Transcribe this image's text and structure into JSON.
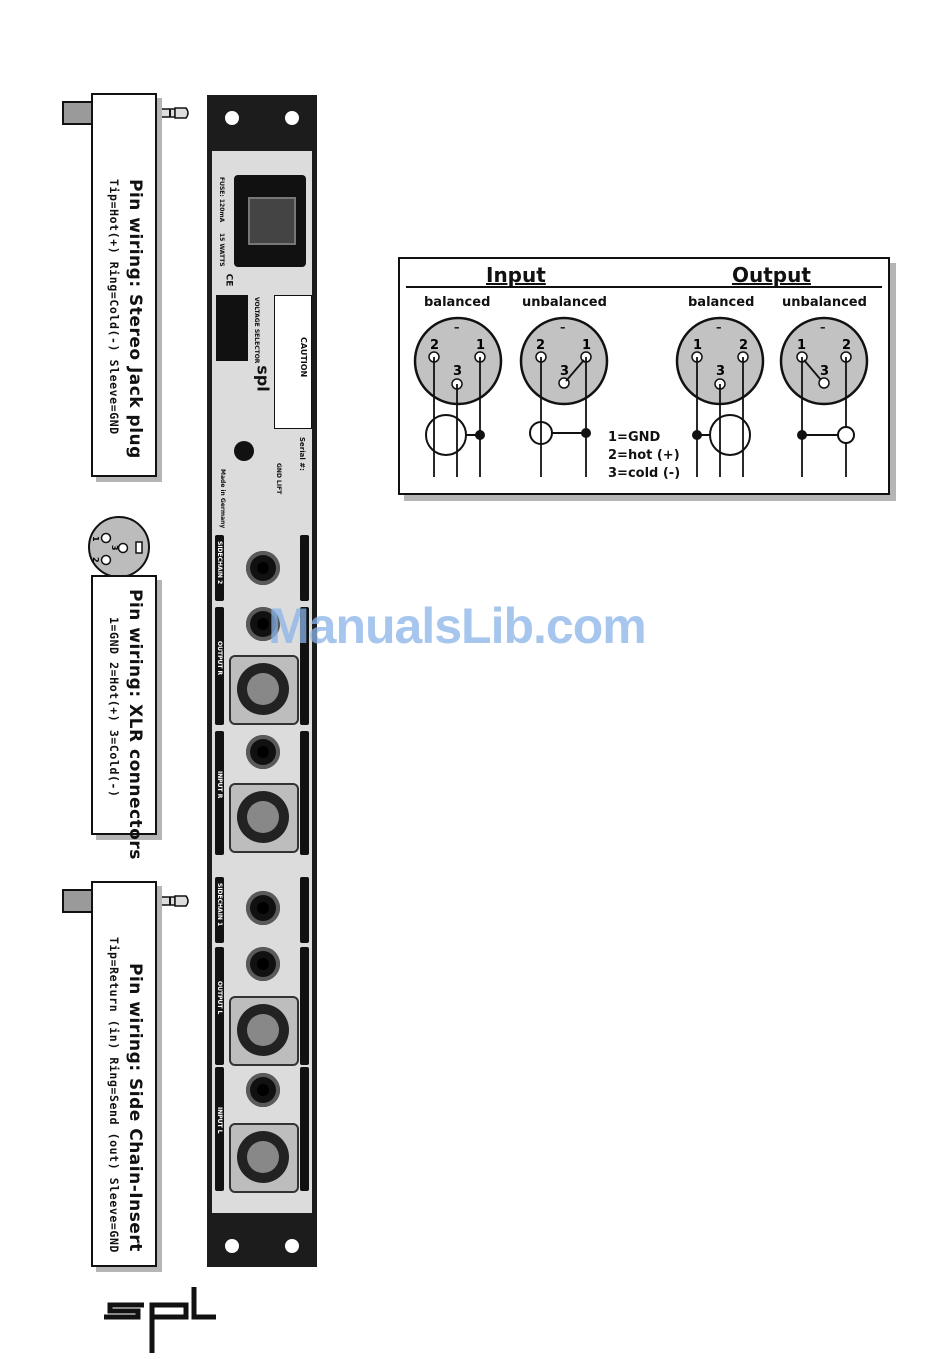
{
  "pin_boxes": [
    {
      "title": "Pin wiring: Stereo Jack plug",
      "detail": "Tip=Hot(+)  Ring=Cold(-)  Sleeve=GND"
    },
    {
      "title": "Pin wiring: XLR connectors",
      "detail": "1=GND  2=Hot(+)  3=Cold(-)"
    },
    {
      "title": "Pin wiring: Side Chain-Insert",
      "detail": "Tip=Return (in)  Ring=Send (out)  Sleeve=GND"
    }
  ],
  "xlr_small": {
    "pin1": "1",
    "pin2": "2",
    "pin3": "3"
  },
  "rack_panel": {
    "fuse": "FUSE: 120mA",
    "watts": "15 WATTS",
    "caution": "CAUTION",
    "voltage": "VOLTAGE SELECTOR",
    "serial": "Serial #:",
    "gnd_lift": "GND LIFT",
    "made_in": "Made in Germany",
    "sections": [
      "SIDECHAIN 2",
      "OUTPUT R",
      "INPUT R",
      "SIDECHAIN 1",
      "OUTPUT L",
      "INPUT L"
    ]
  },
  "diagram": {
    "input_title": "Input",
    "output_title": "Output",
    "in_balanced": "balanced",
    "in_unbalanced": "unbalanced",
    "out_balanced": "balanced",
    "out_unbalanced": "unbalanced",
    "legend": [
      "1=GND",
      "2=hot (+)",
      "3=cold (-)"
    ]
  },
  "logo": "spl",
  "watermark": "ManualsLib.com"
}
